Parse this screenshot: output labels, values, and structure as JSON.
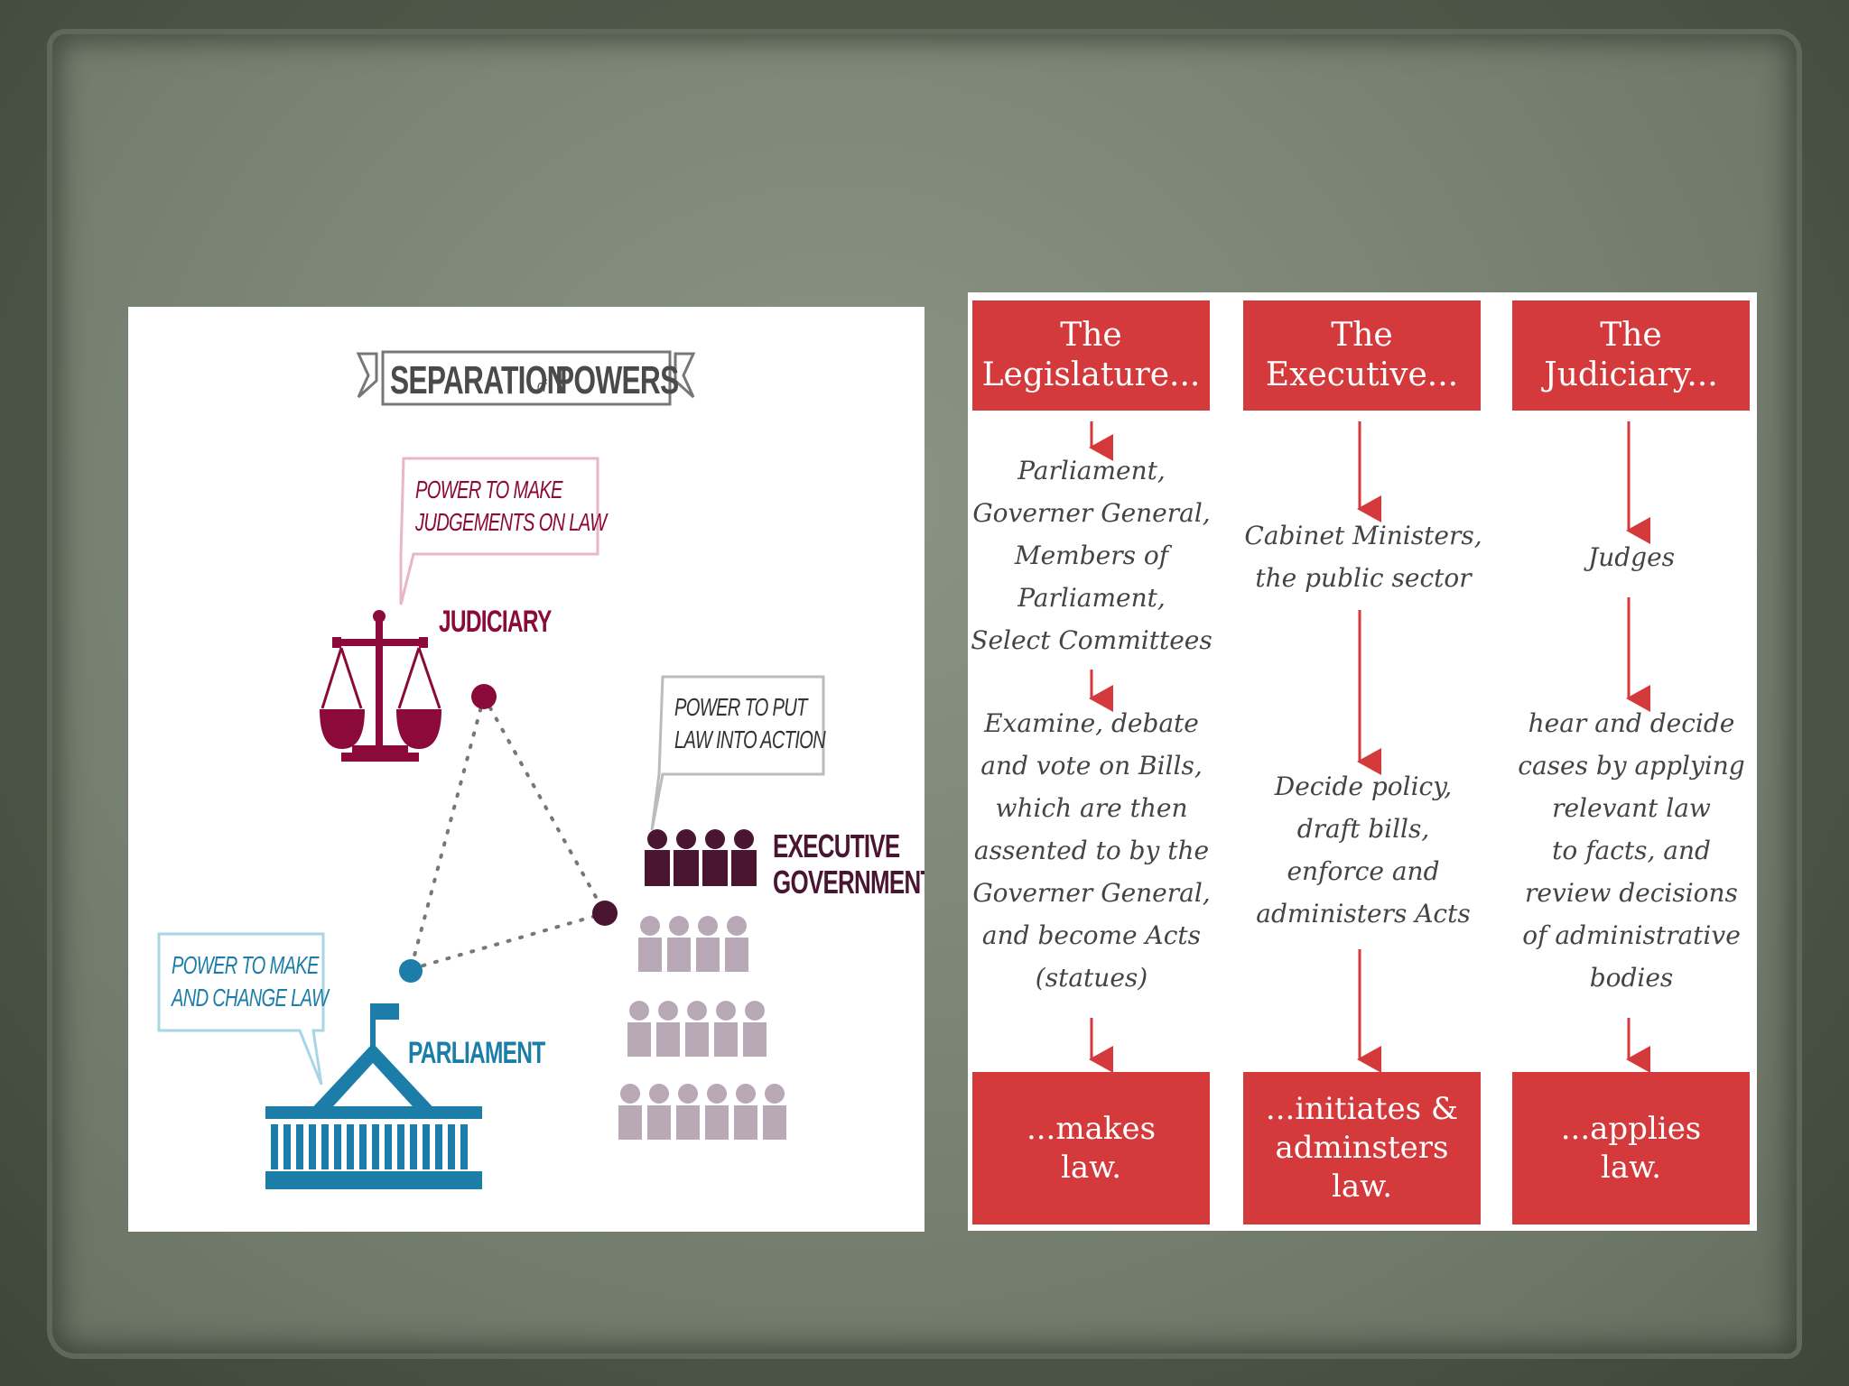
{
  "infographic": {
    "banner_left": "SEPARATION",
    "banner_of": "of",
    "banner_right": "POWERS",
    "judiciary": {
      "label": "JUDICIARY",
      "callout": "POWER TO MAKE\nJUDGEMENTS ON LAW",
      "color": "#8b0a3a"
    },
    "executive": {
      "label": "EXECUTIVE\nGOVERNMENT",
      "callout": "POWER TO PUT\nLAW INTO ACTION",
      "color": "#4a1530"
    },
    "parliament": {
      "label": "PARLIAMENT",
      "callout": "POWER TO MAKE\nAND CHANGE LAW",
      "color": "#1c7ea8"
    }
  },
  "flowchart": {
    "accent_color": "#d43a3b",
    "columns": [
      {
        "header_line1": "The",
        "header_line2": "Legislature...",
        "members": "Parliament,\nGoverner General,\nMembers of\nParliament,\nSelect Committees",
        "role": "Examine, debate\nand vote on Bills,\nwhich are then\nassented to by the\nGoverner General,\nand become Acts\n(statues)",
        "footer_line1": "...makes",
        "footer_line2": "law.",
        "footer_line3": ""
      },
      {
        "header_line1": "The",
        "header_line2": "Executive...",
        "members": "Cabinet Ministers,\nthe public sector",
        "role": "Decide policy,\ndraft bills,\nenforce and\nadministers Acts",
        "footer_line1": "...initiates &",
        "footer_line2": "adminsters",
        "footer_line3": "law."
      },
      {
        "header_line1": "The",
        "header_line2": "Judiciary...",
        "members": "Judges",
        "role": "hear and decide\ncases by applying\nrelevant law\nto facts, and\nreview decisions\nof administrative\nbodies",
        "footer_line1": "...applies",
        "footer_line2": "law.",
        "footer_line3": ""
      }
    ]
  }
}
